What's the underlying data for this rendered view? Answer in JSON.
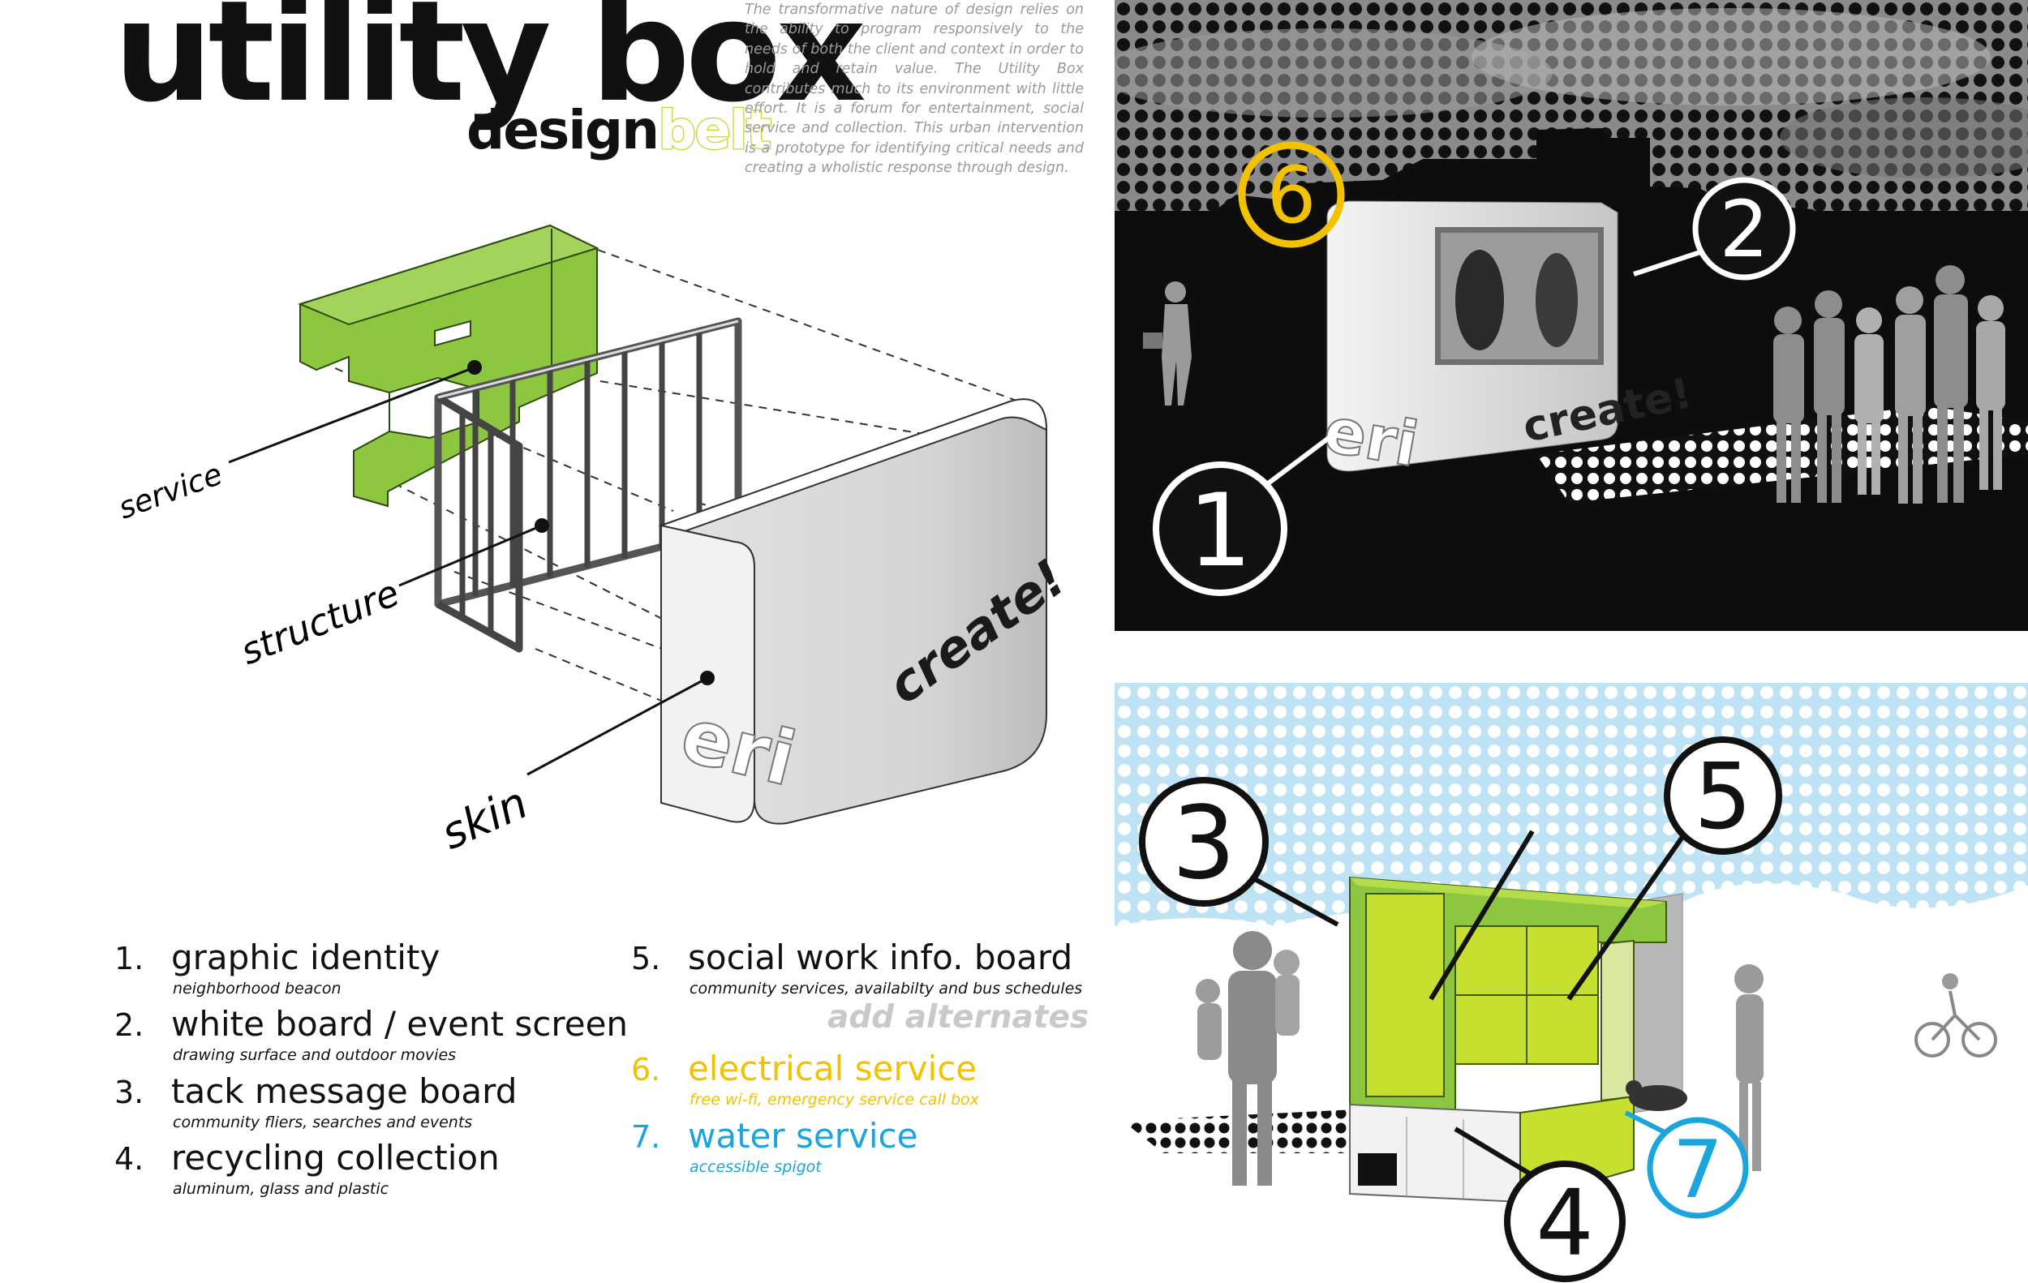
{
  "header": {
    "title": "utility box",
    "subtitle_part1": "design",
    "subtitle_part2": "belt",
    "intro": "The transformative nature of design relies on the ability to program responsively to the needs of both the client and context in order to hold and retain value. The Utility Box contributes much to its environment with little effort. It is a forum for entertainment, social service and collection. This urban intervention is a prototype for identifying critical needs and creating a wholistic response through design."
  },
  "diagram": {
    "labels": {
      "service": "service",
      "structure": "structure",
      "skin": "skin"
    },
    "box_text": {
      "create": "create!",
      "eri": "eri"
    }
  },
  "legend": {
    "items": [
      {
        "num": "1.",
        "title": "graphic identity",
        "sub": "neighborhood beacon"
      },
      {
        "num": "2.",
        "title": "white board / event screen",
        "sub": "drawing surface and outdoor movies"
      },
      {
        "num": "3.",
        "title": "tack message board",
        "sub": "community fliers, searches and events"
      },
      {
        "num": "4.",
        "title": "recycling collection",
        "sub": "aluminum, glass and plastic"
      },
      {
        "num": "5.",
        "title": "social work info. board",
        "sub": "community services, availabilty and bus schedules"
      }
    ],
    "add_alternates": "add alternates",
    "alternates": [
      {
        "num": "6.",
        "title": "electrical service",
        "sub": "free wi-fi, emergency service call box"
      },
      {
        "num": "7.",
        "title": "water service",
        "sub": "accessible spigot"
      }
    ]
  },
  "photo_top": {
    "callouts": [
      "6",
      "2",
      "1"
    ],
    "box_text": "create!",
    "box_text2": "eri"
  },
  "photo_bottom": {
    "callouts": [
      "3",
      "5",
      "4",
      "7"
    ]
  },
  "colors": {
    "green": "#8dc63f",
    "lime": "#c7df2e",
    "yellow": "#f2c200",
    "blue": "#1aa5de",
    "black": "#111111",
    "sky": "#bfe6f6"
  }
}
